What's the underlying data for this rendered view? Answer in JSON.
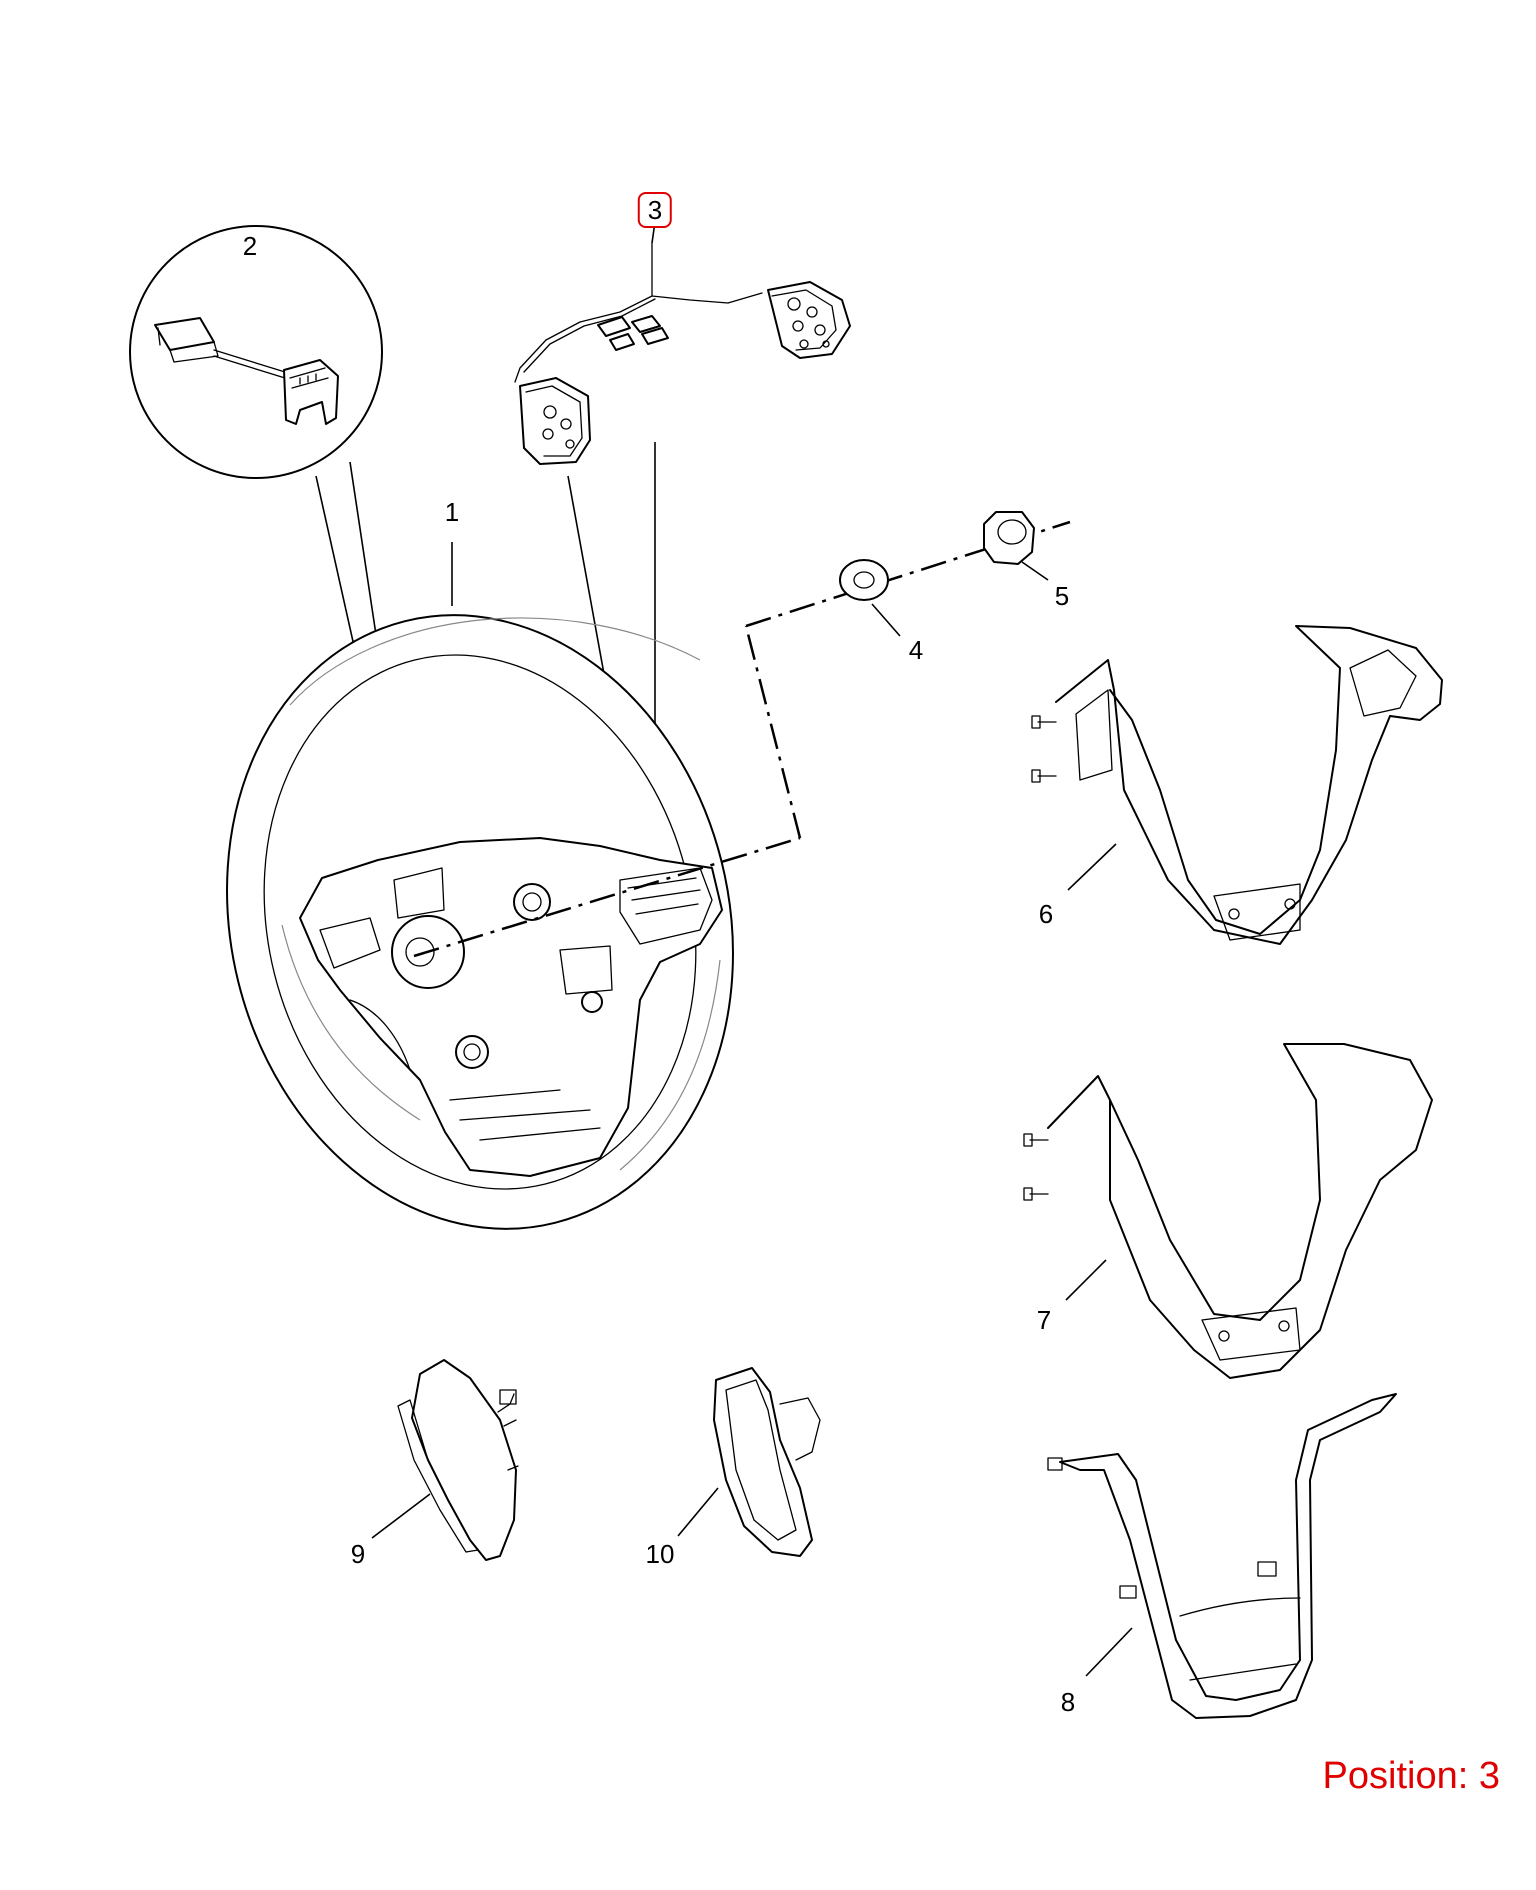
{
  "diagram": {
    "selected_position": "3",
    "callouts": [
      {
        "id": "1",
        "label": "1"
      },
      {
        "id": "2",
        "label": "2"
      },
      {
        "id": "3",
        "label": "3"
      },
      {
        "id": "4",
        "label": "4"
      },
      {
        "id": "5",
        "label": "5"
      },
      {
        "id": "6",
        "label": "6"
      },
      {
        "id": "7",
        "label": "7"
      },
      {
        "id": "8",
        "label": "8"
      },
      {
        "id": "9",
        "label": "9"
      },
      {
        "id": "10",
        "label": "10"
      }
    ]
  },
  "footer": {
    "position_text": "Position: 3",
    "position_color": "#e00000"
  }
}
